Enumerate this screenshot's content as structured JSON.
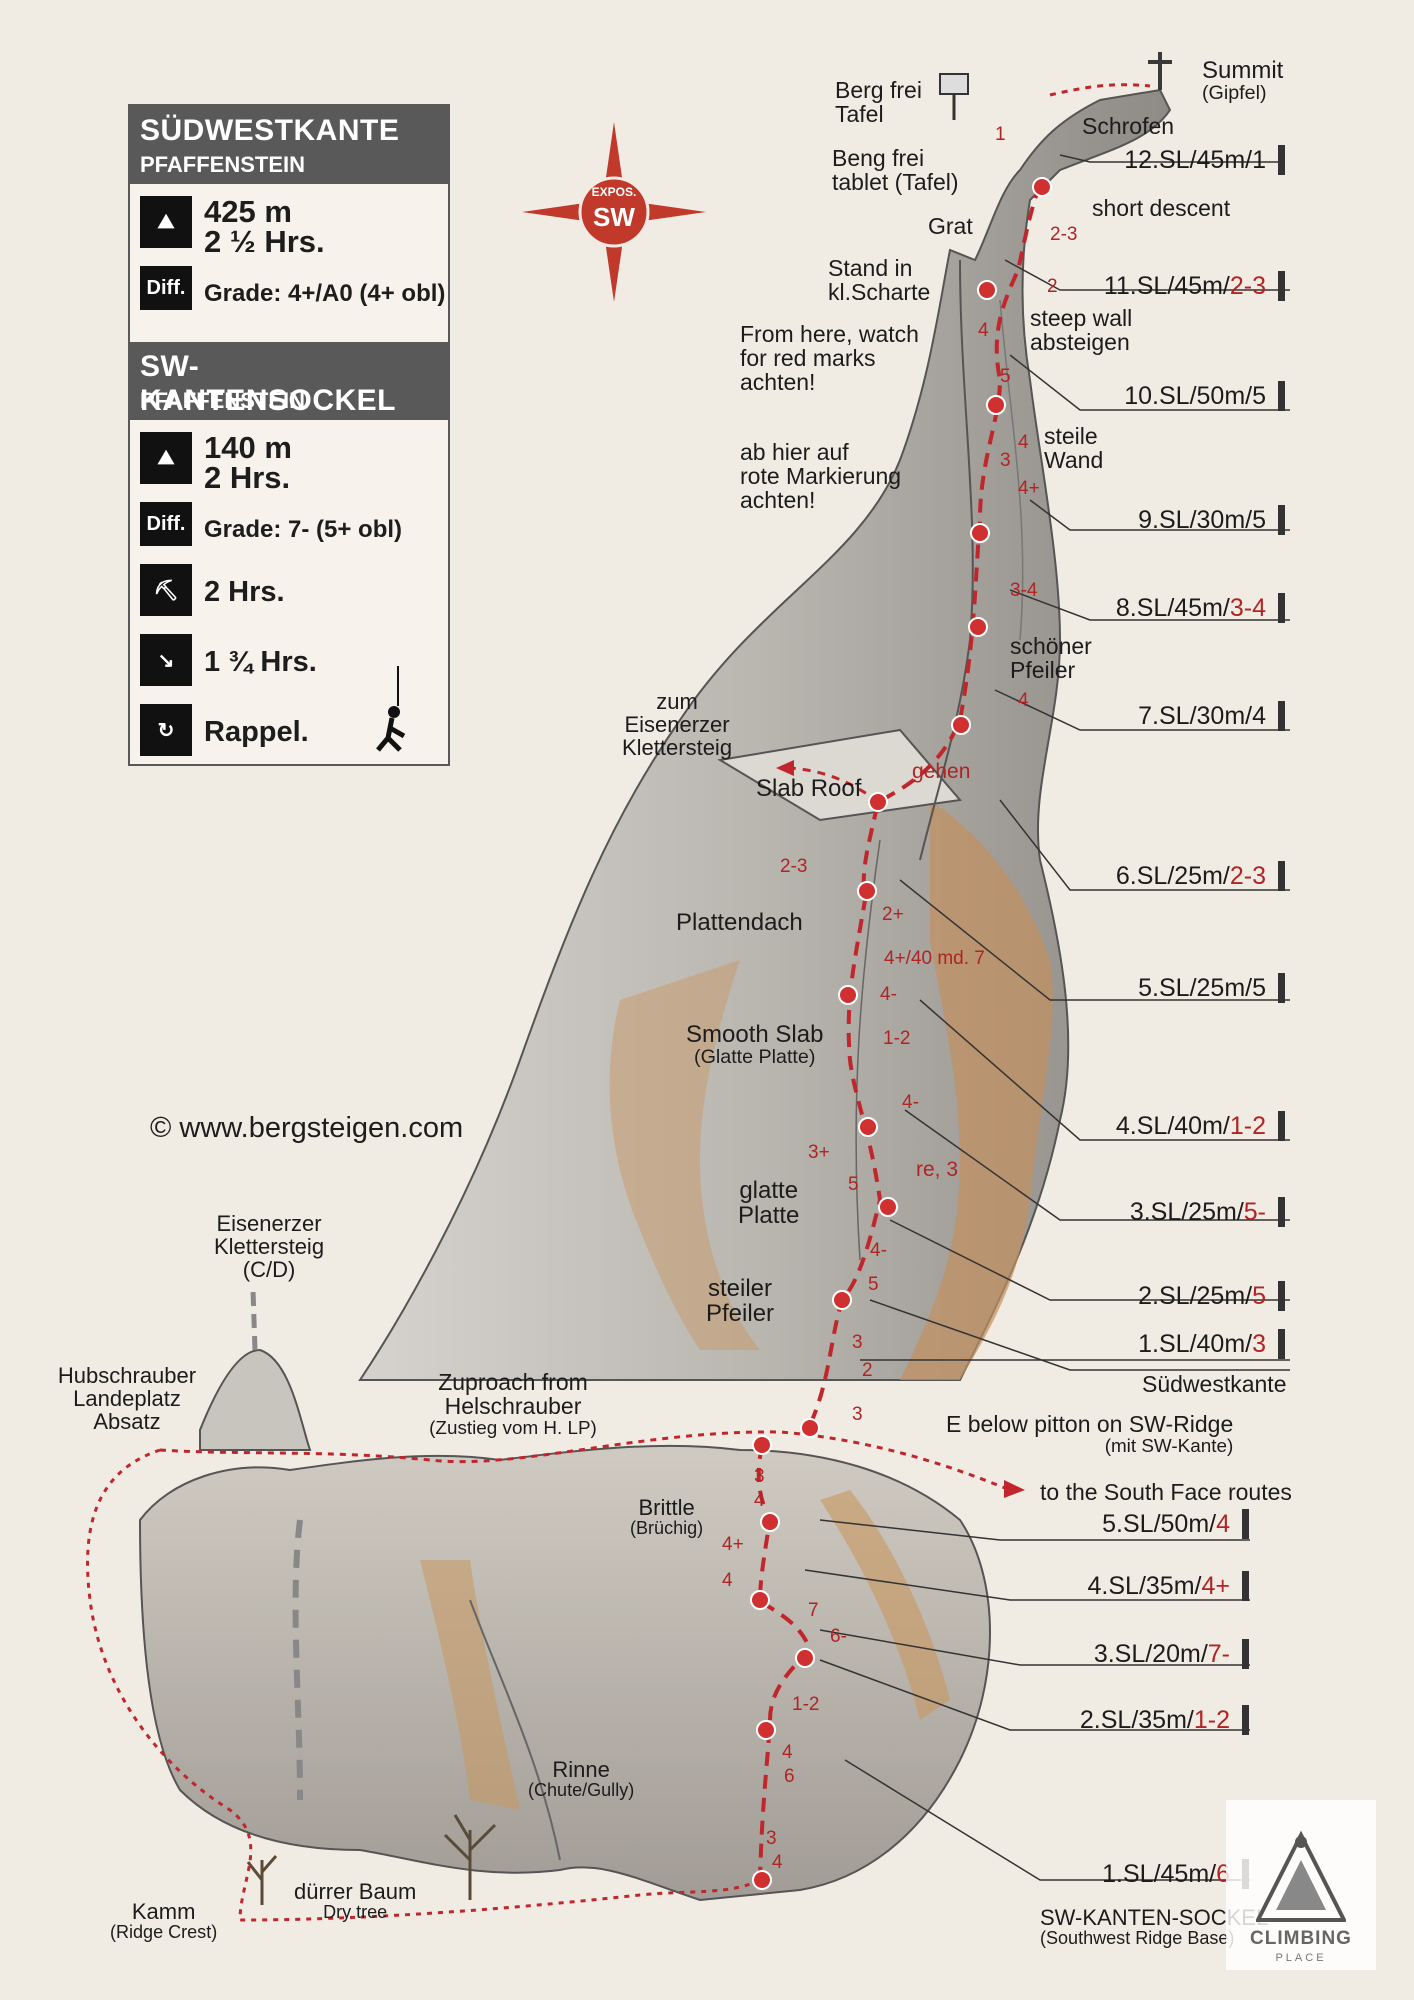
{
  "compass": {
    "label": "EXPOS.",
    "direction": "SW"
  },
  "card": {
    "route1": {
      "title": "SÜDWESTKANTE",
      "subtitle": "PFAFFENSTEIN",
      "length": "425 m",
      "time": "2 ½ Hrs.",
      "diff_icon": "Diff.",
      "grade": "Grade: 4+/A0 (4+ obl)"
    },
    "route2": {
      "title": "SW-KANTENSOCKEL",
      "subtitle": "PFAFFENSTEIN",
      "length": "140 m",
      "time": "2 Hrs.",
      "diff_icon": "Diff.",
      "grade": "Grade: 7- (5+ obl)",
      "approach": "2 Hrs.",
      "descent": "1 ¾ Hrs.",
      "rappel": "Rappel."
    }
  },
  "copyright": "© www.bergsteigen.com",
  "labels": {
    "summit": "Summit",
    "summit_sub": "(Gipfel)",
    "berg_frei_1": "Berg frei",
    "berg_frei_2": "Tafel",
    "schrofen": "Schrofen",
    "beng_frei_1": "Beng frei",
    "beng_frei_2": "tablet (Tafel)",
    "short_descent": "short descent",
    "grat": "Grat",
    "stand_1": "Stand in",
    "stand_2": "kl.Scharte",
    "steep_1": "steep wall",
    "steep_2": "absteigen",
    "watch_1": "From here, watch",
    "watch_2": "for red marks",
    "watch_3": "achten!",
    "steile_1": "steile",
    "steile_2": "Wand",
    "abhier_1": "ab hier auf",
    "abhier_2": "rote Markierung",
    "abhier_3": "achten!",
    "schoner_1": "schöner",
    "schoner_2": "Pfeiler",
    "zum_1": "zum",
    "zum_2": "Eisenerzer",
    "zum_3": "Klettersteig",
    "gehen": "gehen",
    "slab_roof": "Slab Roof",
    "plattendach": "Plattendach",
    "smooth_slab": "Smooth Slab",
    "smooth_slab_sub": "(Glatte Platte)",
    "glatte_1": "glatte",
    "glatte_2": "Platte",
    "re3": "re, 3",
    "steiler_1": "steiler",
    "steiler_2": "Pfeiler",
    "eisen_1": "Eisenerzer",
    "eisen_2": "Klettersteig",
    "eisen_3": "(C/D)",
    "hub_1": "Hubschrauber",
    "hub_2": "Landeplatz",
    "hub_3": "Absatz",
    "zup_1": "Zuproach from",
    "zup_2": "Helschrauber",
    "zup_3": "(Zustieg vom H. LP)",
    "sudwestkante": "Südwestkante",
    "e_below": "E below pitton on SW-Ridge",
    "e_below_sub": "(mit SW-Kante)",
    "south_face": "to the South Face routes",
    "brittle": "Brittle",
    "brittle_sub": "(Brüchig)",
    "rinne": "Rinne",
    "rinne_sub": "(Chute/Gully)",
    "kamm": "Kamm",
    "kamm_sub": "(Ridge Crest)",
    "durrer": "dürrer Baum",
    "durrer_sub": "Dry tree",
    "sockel": "SW-KANTEN-SOCKEL ",
    "sockel_sub": "(Southwest Ridge Base)"
  },
  "pitches_upper": [
    {
      "label": "12.SL/45m/",
      "grade": "1",
      "red": false
    },
    {
      "label": "11.SL/45m/",
      "grade": "2-3",
      "red": true
    },
    {
      "label": "10.SL/50m/",
      "grade": "5",
      "red": false
    },
    {
      "label": "9.SL/30m/",
      "grade": "5",
      "red": false
    },
    {
      "label": "8.SL/45m/",
      "grade": "3-4",
      "red": true
    },
    {
      "label": "7.SL/30m/",
      "grade": "4",
      "red": false
    },
    {
      "label": "6.SL/25m/",
      "grade": "2-3",
      "red": true
    },
    {
      "label": "5.SL/25m/",
      "grade": "5",
      "red": false
    },
    {
      "label": "4.SL/40m/",
      "grade": "1-2",
      "red": true
    },
    {
      "label": "3.SL/25m/",
      "grade": "5-",
      "red": true
    },
    {
      "label": "2.SL/25m/",
      "grade": "5",
      "red": true
    },
    {
      "label": "1.SL/40m/",
      "grade": "3",
      "red": true
    }
  ],
  "pitches_lower": [
    {
      "label": "5.SL/50m/",
      "grade": "4",
      "red": true
    },
    {
      "label": "4.SL/35m/",
      "grade": "4+",
      "red": true
    },
    {
      "label": "3.SL/20m/",
      "grade": "7-",
      "red": true
    },
    {
      "label": "2.SL/35m/",
      "grade": "1-2",
      "red": true
    },
    {
      "label": "1.SL/45m/",
      "grade": "6",
      "red": true
    }
  ],
  "route_grades": [
    "1",
    "2-3",
    "2",
    "4",
    "5",
    "4",
    "3",
    "4+",
    "3-4",
    "4",
    "2-3",
    "2+",
    "4+/40 md. 7",
    "4-",
    "1-2",
    "4-",
    "3+",
    "5",
    "4-",
    "5",
    "3",
    "2",
    "3",
    "3",
    "4",
    "4+",
    "4",
    "7",
    "6-",
    "1-2",
    "4",
    "6",
    "3",
    "4"
  ],
  "logo": {
    "name": "CLIMBING",
    "sub": "PLACE"
  }
}
